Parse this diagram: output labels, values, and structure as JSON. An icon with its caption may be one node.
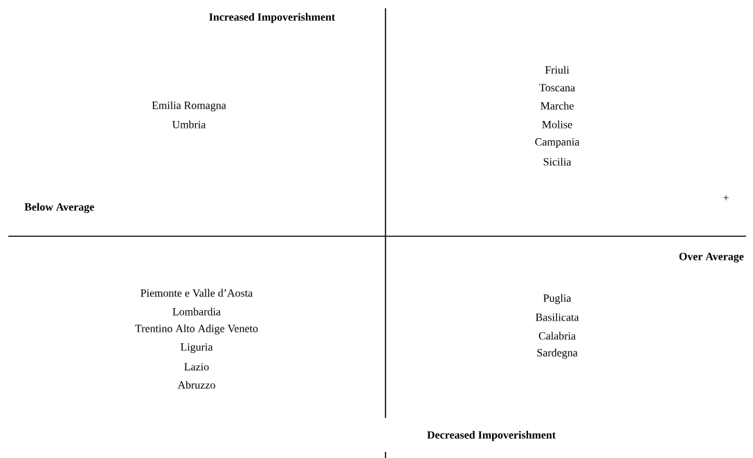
{
  "diagram": {
    "labels": [
      "Increased Impoverishment",
      "Friuli",
      "Toscana",
      "Marche",
      "Molise",
      "Campania",
      "Sicilia",
      "Emilia Romagna",
      "Umbria",
      "Below Average",
      "+",
      "Over Average",
      "Piemonte e Valle d’Aosta",
      "Lombardia",
      "Trentino Alto Adige Veneto",
      "Liguria",
      "Lazio",
      "Abruzzo",
      "Puglia",
      "Basilicata",
      "Calabria",
      "Sardegna",
      "Decreased Impoverishment"
    ]
  }
}
